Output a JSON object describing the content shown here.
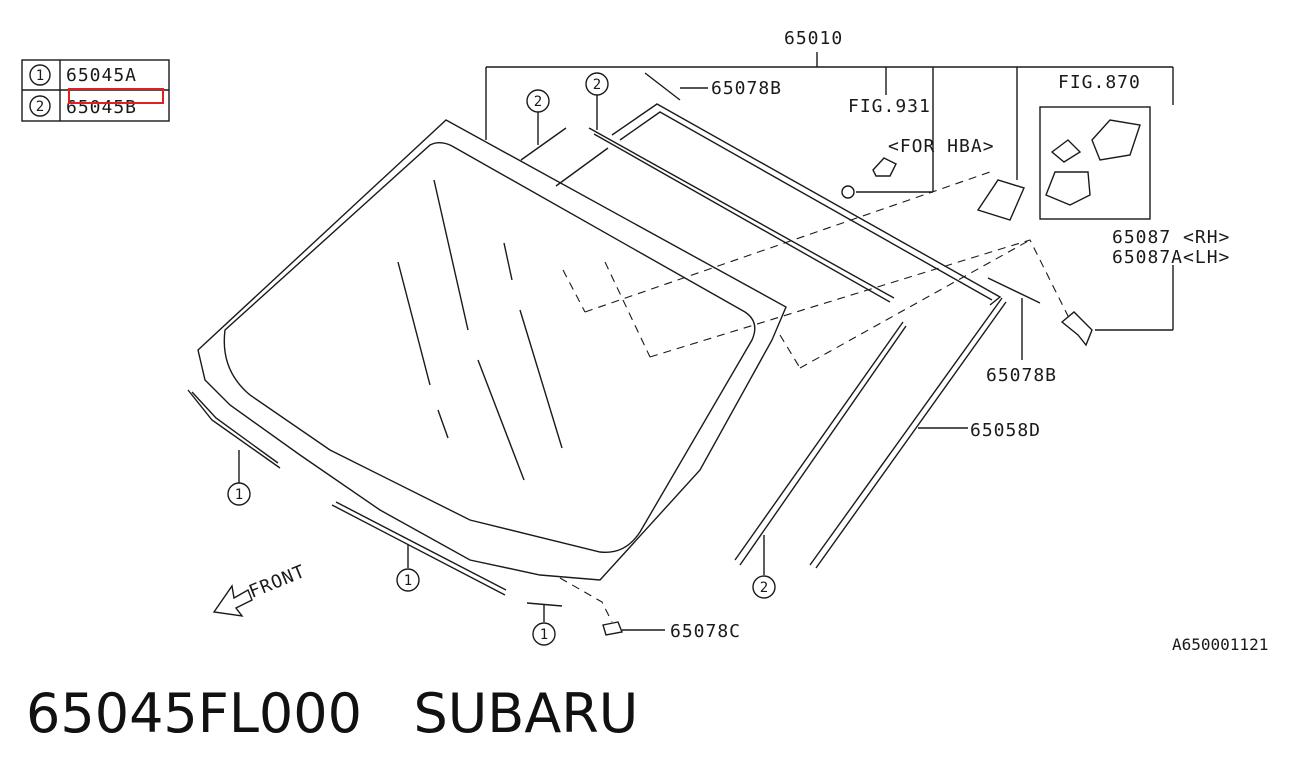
{
  "legend": {
    "rows": [
      {
        "num": "1",
        "part": "65045A"
      },
      {
        "num": "2",
        "part": "65045B"
      }
    ],
    "highlight_color": "#e02020"
  },
  "labels": {
    "top_assembly": "65010",
    "clip_upper": "65078B",
    "clip_right": "65078B",
    "clip_bottom": "65078C",
    "molding_side": "65058D",
    "fig931": "FIG.931",
    "for_hba": "<FOR HBA>",
    "fig870": "FIG.870",
    "bracket_rh": "65087 <RH>",
    "bracket_lh": "65087A<LH>",
    "front": "FRONT"
  },
  "callouts": {
    "c1": "1",
    "c2": "2"
  },
  "drawing_code": "A650001121",
  "caption": {
    "part_number": "65045FL000",
    "brand": "SUBARU"
  }
}
